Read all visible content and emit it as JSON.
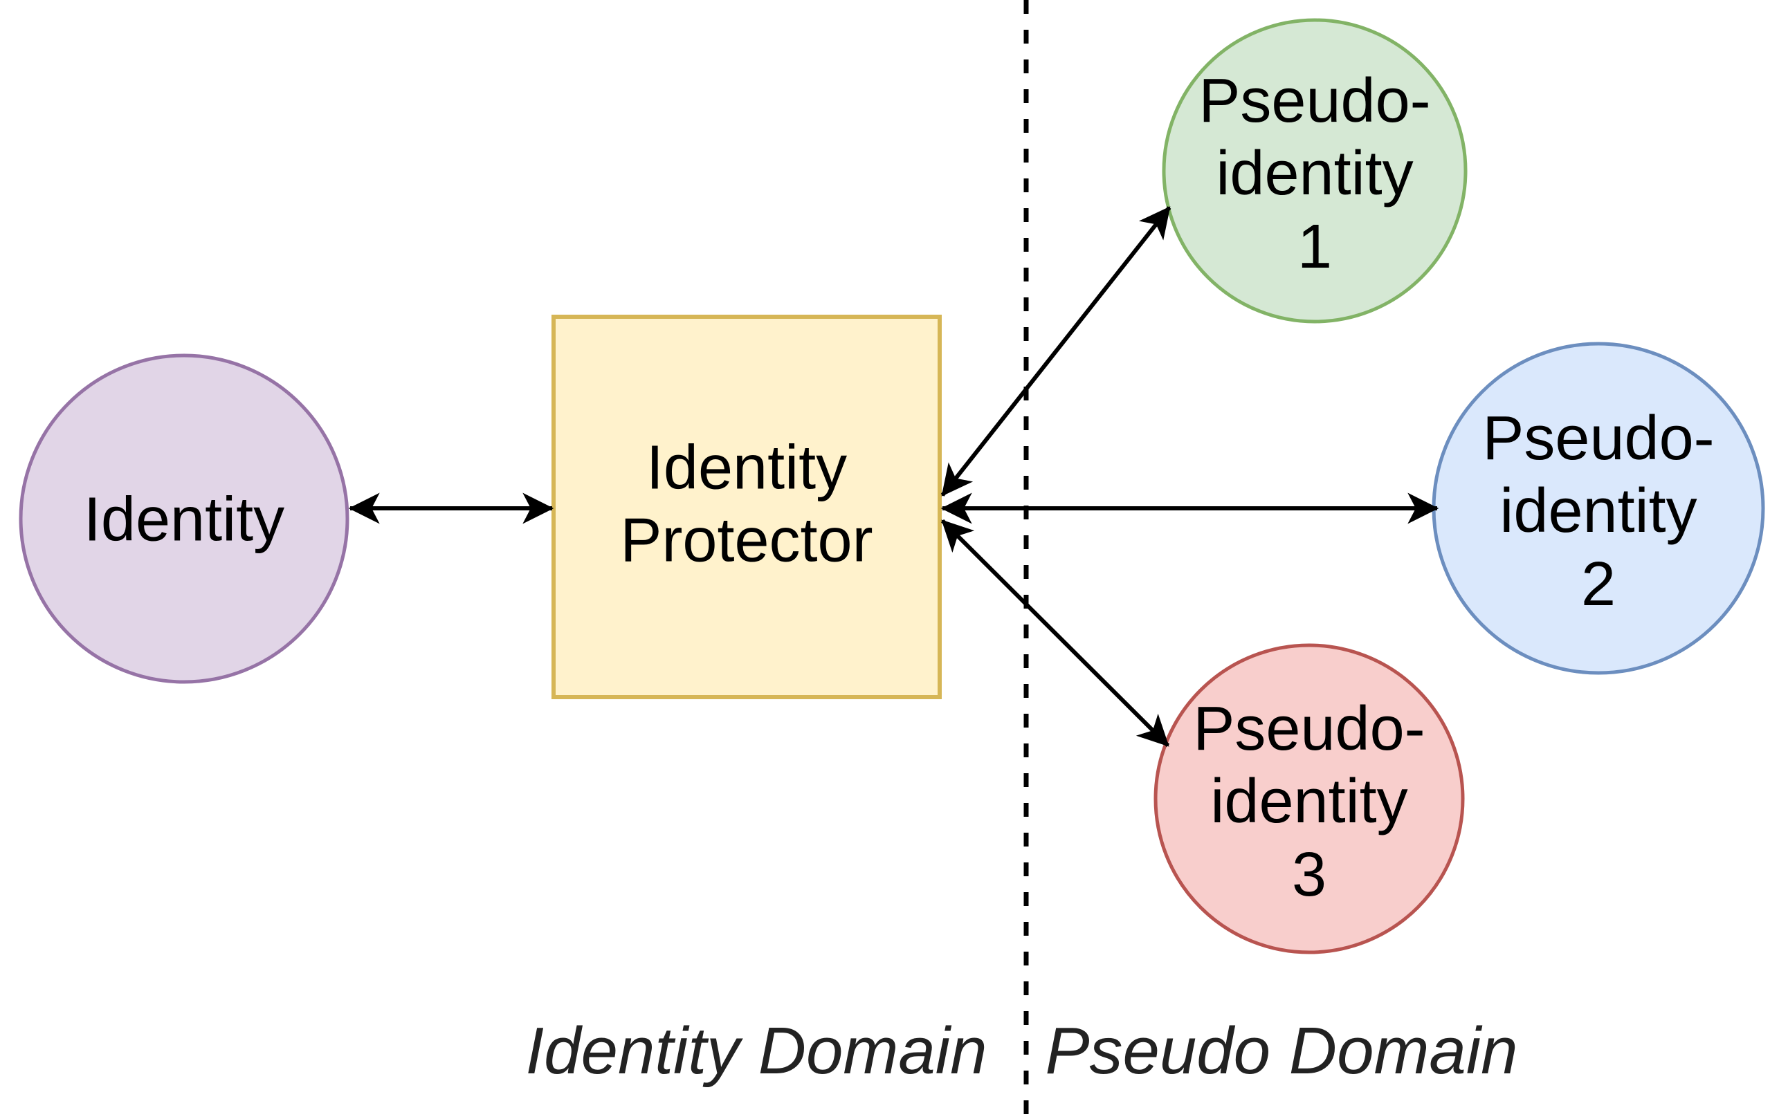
{
  "diagram": {
    "background_color": "#ffffff",
    "edge_color": "#000000",
    "divider_color": "#000000",
    "text_color": "#000000",
    "nodes": {
      "identity": {
        "label": "Identity",
        "shape": "ellipse",
        "fill": "#e1d5e7",
        "stroke": "#9673a6"
      },
      "identity_protector": {
        "label": "Identity\nProtector",
        "shape": "rectangle",
        "fill": "#fff2cc",
        "stroke": "#d6b656"
      },
      "pseudo_identity_1": {
        "label": "Pseudo-\nidentity\n1",
        "shape": "ellipse",
        "fill": "#d5e8d4",
        "stroke": "#82b366"
      },
      "pseudo_identity_2": {
        "label": "Pseudo-\nidentity\n2",
        "shape": "ellipse",
        "fill": "#dae8fc",
        "stroke": "#6c8ebf"
      },
      "pseudo_identity_3": {
        "label": "Pseudo-\nidentity\n3",
        "shape": "ellipse",
        "fill": "#f8cecc",
        "stroke": "#b85450"
      }
    },
    "edges": [
      {
        "from": "identity",
        "to": "identity_protector",
        "bidirectional": true
      },
      {
        "from": "identity_protector",
        "to": "pseudo_identity_1",
        "bidirectional": true
      },
      {
        "from": "identity_protector",
        "to": "pseudo_identity_2",
        "bidirectional": true
      },
      {
        "from": "identity_protector",
        "to": "pseudo_identity_3",
        "bidirectional": true
      }
    ],
    "domains": {
      "left_label": "Identity Domain",
      "right_label": "Pseudo Domain",
      "divider_style": "dashed"
    }
  }
}
